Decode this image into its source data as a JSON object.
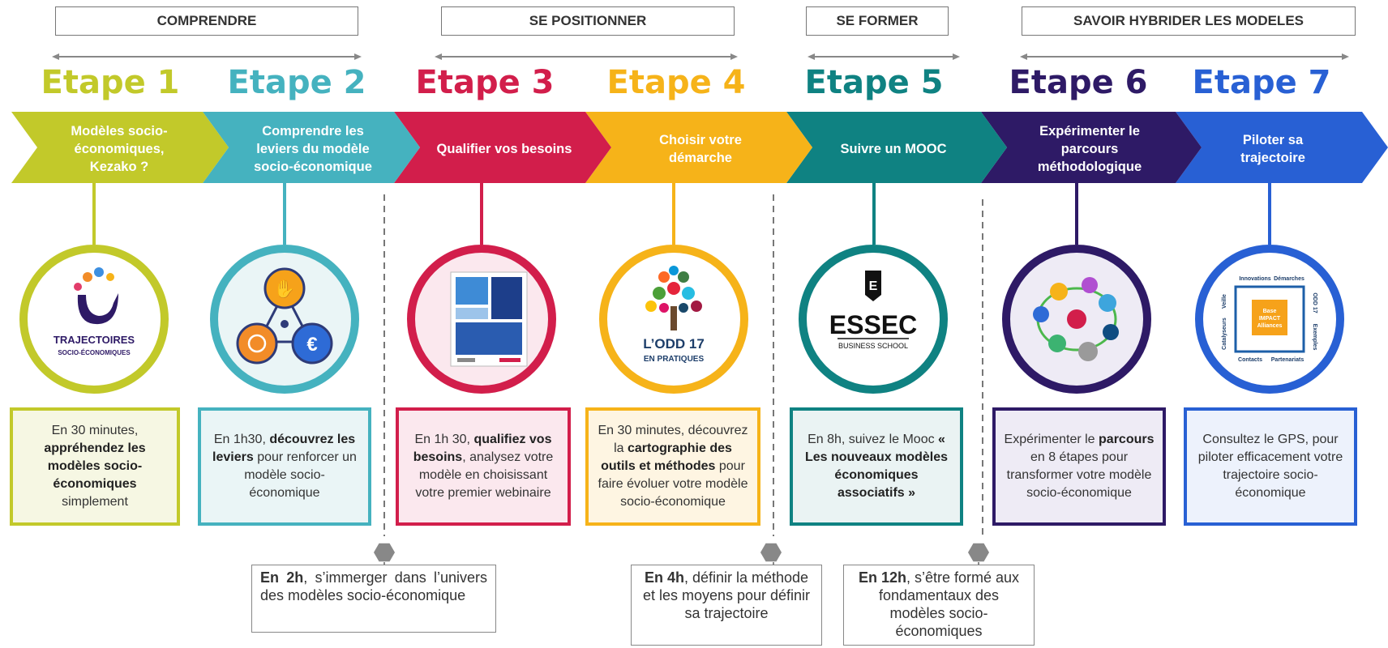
{
  "phases": [
    {
      "label": "COMPRENDRE"
    },
    {
      "label": "SE POSITIONNER"
    },
    {
      "label": "SE FORMER"
    },
    {
      "label": "SAVOIR HYBRIDER LES MODELES"
    }
  ],
  "steps": [
    {
      "title": "Etape 1",
      "color": "#C2C92A",
      "chevron": "Modèles socio-économiques, Kezako ?",
      "card": {
        "parts": [
          "En 30 minutes, ",
          "appréhendez les modèles socio-économiques",
          " simplement"
        ]
      }
    },
    {
      "title": "Etape 2",
      "color": "#45B2BF",
      "chevron": "Comprendre les leviers du modèle socio-économique",
      "card": {
        "parts": [
          "En 1h30, ",
          "découvrez les leviers",
          " pour renforcer un modèle socio-économique"
        ]
      }
    },
    {
      "title": "Etape 3",
      "color": "#D21E4B",
      "chevron": "Qualifier vos besoins",
      "card": {
        "parts": [
          "En 1h 30, ",
          "qualifiez vos besoins",
          ", analysez votre modèle en choisissant votre premier webinaire"
        ]
      }
    },
    {
      "title": "Etape 4",
      "color": "#F6B319",
      "chevron": "Choisir votre démarche",
      "card": {
        "parts": [
          "En 30 minutes, découvrez la ",
          "cartographie des outils et méthodes",
          " pour faire évoluer votre modèle socio-économique"
        ]
      }
    },
    {
      "title": "Etape 5",
      "color": "#0F8282",
      "chevron": "Suivre un MOOC",
      "card": {
        "parts": [
          "En 8h, suivez le Mooc ",
          "« Les nouveaux modèles économiques associatifs »",
          ""
        ]
      }
    },
    {
      "title": "Etape 6",
      "color": "#2E1A66",
      "chevron": "Expérimenter le parcours méthodologique",
      "card": {
        "parts": [
          "Expérimenter le ",
          "parcours",
          " en 8 étapes pour transformer votre modèle socio-économique"
        ]
      }
    },
    {
      "title": "Etape 7",
      "color": "#2860D4",
      "chevron": "Piloter sa trajectoire",
      "card": {
        "parts": [
          "Consultez le GPS, pour piloter efficacement votre trajectoire socio-économique",
          "",
          ""
        ]
      }
    }
  ],
  "logos": {
    "trajectoires_line1": "TRAJECTOIRES",
    "trajectoires_line2": "SOCIO-ÉCONOMIQUES",
    "odd_line1": "L’ODD 17",
    "odd_line2": "EN PRATIQUES",
    "essec_name": "ESSEC",
    "essec_sub": "BUSINESS SCHOOL",
    "impact_labels": [
      "Innovations",
      "Démarches",
      "ODD 17",
      "Exemples",
      "Partenariats",
      "Contacts",
      "Catalyseurs",
      "Veille"
    ],
    "impact_center": [
      "Base",
      "IMPACT",
      "Alliances"
    ]
  },
  "notes": [
    {
      "bold": "En 2h",
      "text": ", s’immerger dans l’univers des modèles socio-économique"
    },
    {
      "bold": "En 4h",
      "text": ", définir la méthode et les moyens pour définir sa trajectoire"
    },
    {
      "bold": "En 12h",
      "text": ", s’être formé aux fondamentaux des modèles socio-économiques"
    }
  ]
}
